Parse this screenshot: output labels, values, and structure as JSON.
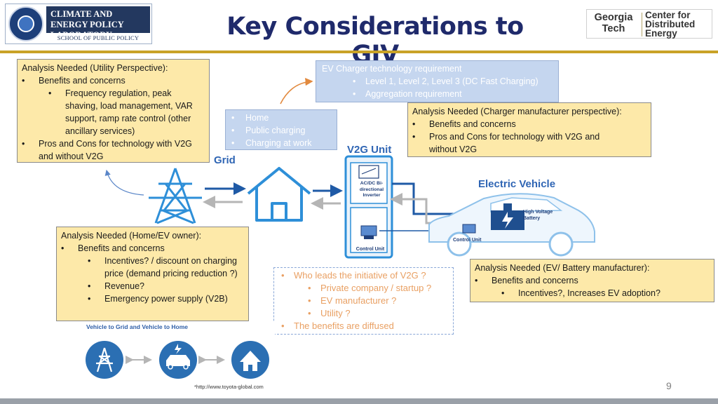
{
  "header": {
    "lab_name": "CLIMATE AND ENERGY POLICY LABORATORY",
    "school": "SCHOOL OF PUBLIC POLICY",
    "title": "Key Considerations to GIV",
    "partner_logo_left": "Georgia Tech",
    "partner_logo_right": "Center for Distributed Energy"
  },
  "utility_box": {
    "heading": "Analysis Needed (Utility Perspective):",
    "item1": "Benefits and concerns",
    "item1_sub1": "Frequency regulation, peak shaving, load management, VAR support, ramp rate control (other ancillary services)",
    "item2": "Pros and Cons for technology with V2G and without V2G"
  },
  "charger_tech_box": {
    "line1": "EV Charger technology requirement",
    "sub1": "Level 1, Level 2, Level 3 (DC Fast Charging)",
    "sub2": "Aggregation requirement"
  },
  "charging_locations": {
    "items": [
      "Home",
      "Public charging",
      "Charging at work"
    ]
  },
  "charger_mfr_box": {
    "heading": "Analysis Needed (Charger manufacturer perspective):",
    "item1": "Benefits and concerns",
    "item2": "Pros and Cons for technology with V2G and without V2G"
  },
  "diagram": {
    "grid_label": "Grid",
    "v2g_label": "V2G Unit",
    "inverter_label": "AC/DC Bi-directional Inverter",
    "control_unit_label": "Control Unit",
    "ev_label": "Electric Vehicle",
    "battery_label": "High Voltage Battery",
    "ev_control_label": "Control Unit"
  },
  "home_owner_box": {
    "heading": "Analysis Needed (Home/EV owner):",
    "item1": "Benefits and concerns",
    "sub1": "Incentives? / discount on charging price (demand pricing reduction ?)",
    "sub2": "Revenue?",
    "sub3": "Emergency power supply (V2B)"
  },
  "initiative_box": {
    "q1": "Who leads the initiative of V2G ?",
    "q1_sub1": "Private company / startup ?",
    "q1_sub2": "EV manufacturer ?",
    "q1_sub3": "Utility ?",
    "q2": "The benefits are diffused"
  },
  "battery_mfr_box": {
    "heading": "Analysis Needed (EV/ Battery manufacturer):",
    "item1": "Benefits and concerns",
    "sub1": "Incentives?, Increases EV adoption?"
  },
  "toyota_image": {
    "caption": "Vehicle to Grid and Vehicle to Home",
    "credit": "*http://www.toyota-global.com"
  },
  "page_number": "9",
  "colors": {
    "title": "#1f2a6b",
    "accent_blue": "#2f65b4",
    "note_yellow": "#fde9a9",
    "note_blue": "#c5d6ef",
    "dashed_text": "#e9a063",
    "gold_rule": "#c9a227"
  },
  "icons": {
    "grid": "transmission-tower-icon",
    "home": "house-icon",
    "v2g_unit": "charging-station-icon",
    "vehicle": "electric-car-icon",
    "battery": "battery-bolt-icon"
  }
}
